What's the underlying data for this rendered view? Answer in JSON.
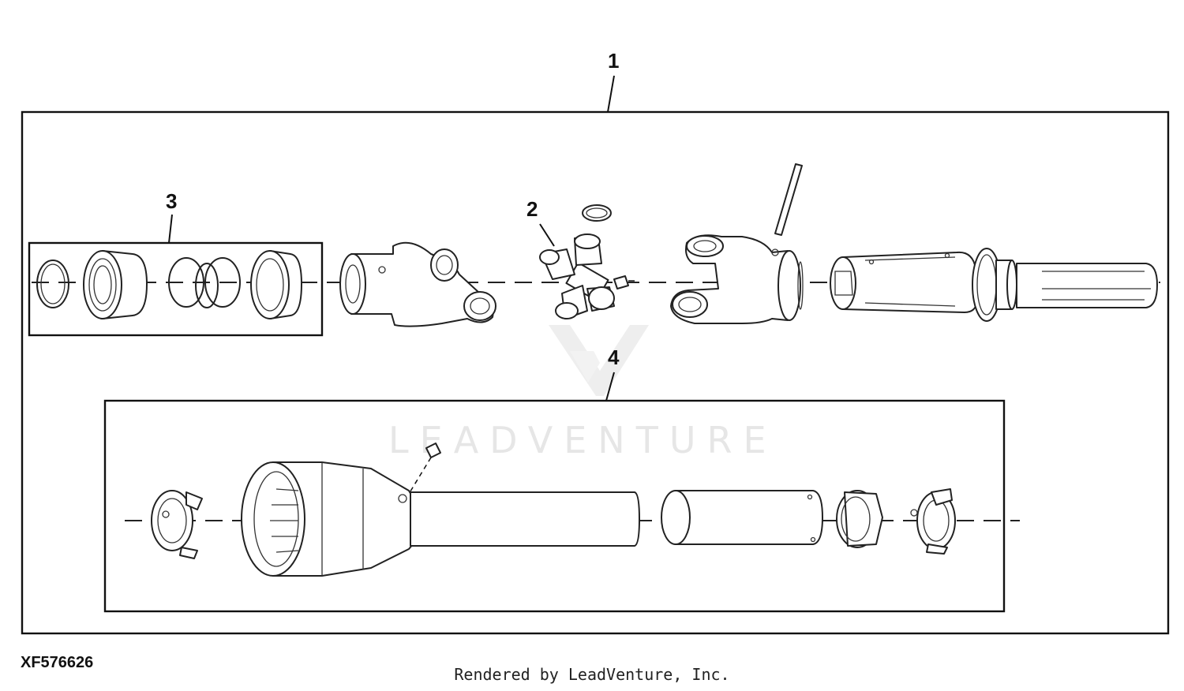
{
  "diagram": {
    "callouts": {
      "assembly": "1",
      "cross_and_bearing": "2",
      "bearing_kit": "3",
      "shield": "4"
    },
    "watermark": "LEADVENTURE",
    "figure_id": "XF576626",
    "credit": "Rendered by LeadVenture, Inc."
  }
}
